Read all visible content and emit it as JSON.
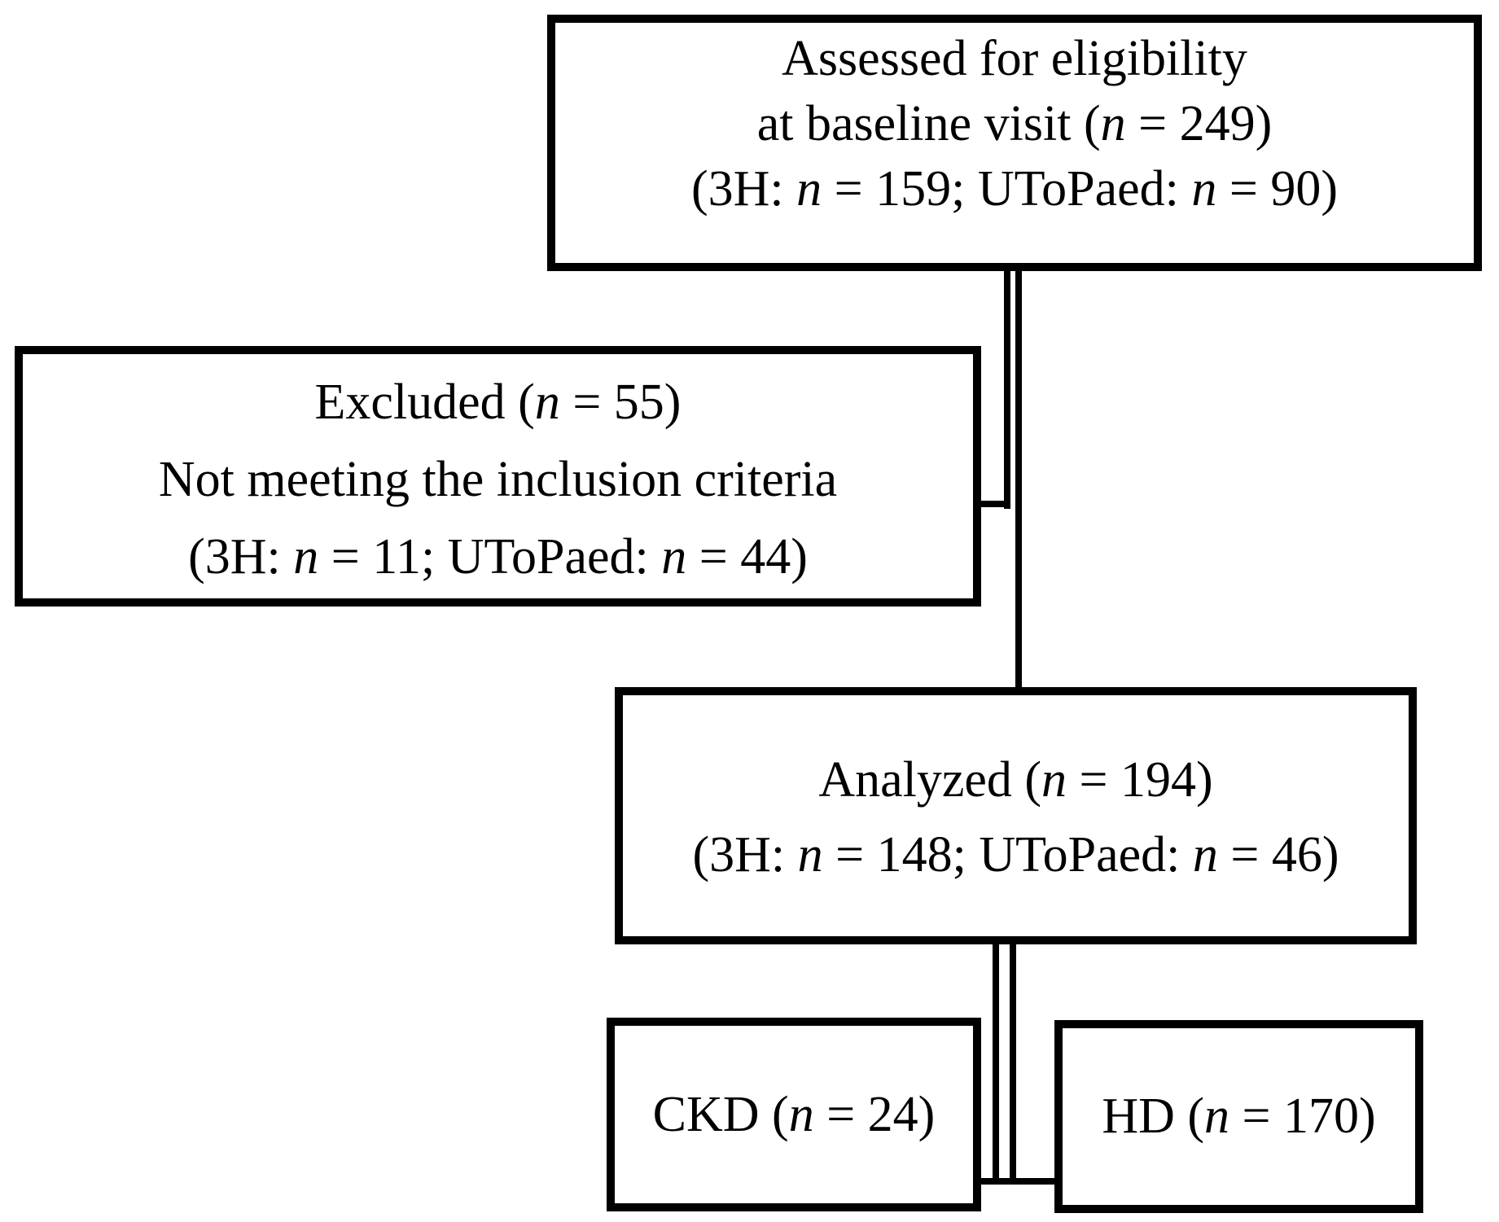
{
  "diagram": {
    "kind": "participant-flow-diagram",
    "background_color": "#ffffff",
    "line_color": "#000000",
    "text_color": "#000000",
    "nodes": {
      "assessed": {
        "counts": {
          "total": 249,
          "3H": 159,
          "UToPaed": 90
        },
        "lines": [
          [
            {
              "t": "Assessed for eligibility"
            }
          ],
          [
            {
              "t": "at baseline visit  ("
            },
            {
              "t": "n",
              "i": true
            },
            {
              "t": " = 249)"
            }
          ],
          [
            {
              "t": "(3H: "
            },
            {
              "t": "n",
              "i": true
            },
            {
              "t": " = 159; UToPaed: "
            },
            {
              "t": "n",
              "i": true
            },
            {
              "t": " = 90)"
            }
          ]
        ]
      },
      "excluded": {
        "counts": {
          "total": 55,
          "3H": 11,
          "UToPaed": 44
        },
        "lines": [
          [
            {
              "t": "Excluded ("
            },
            {
              "t": "n",
              "i": true
            },
            {
              "t": " = 55)"
            }
          ],
          [
            {
              "t": "Not meeting the inclusion criteria"
            }
          ],
          [
            {
              "t": "(3H: "
            },
            {
              "t": "n",
              "i": true
            },
            {
              "t": " = 11; UToPaed: "
            },
            {
              "t": "n",
              "i": true
            },
            {
              "t": " = 44)"
            }
          ]
        ]
      },
      "analyzed": {
        "counts": {
          "total": 194,
          "3H": 148,
          "UToPaed": 46
        },
        "lines": [
          [
            {
              "t": "Analyzed ("
            },
            {
              "t": "n",
              "i": true
            },
            {
              "t": " = 194)"
            }
          ],
          [
            {
              "t": "(3H: "
            },
            {
              "t": "n",
              "i": true
            },
            {
              "t": " = 148; UToPaed: "
            },
            {
              "t": "n",
              "i": true
            },
            {
              "t": " = 46)"
            }
          ]
        ]
      },
      "ckd": {
        "counts": {
          "total": 24
        },
        "lines": [
          [
            {
              "t": "CKD ("
            },
            {
              "t": "n",
              "i": true
            },
            {
              "t": " = 24)"
            }
          ]
        ]
      },
      "hd": {
        "counts": {
          "total": 170
        },
        "lines": [
          [
            {
              "t": "HD ("
            },
            {
              "t": "n",
              "i": true
            },
            {
              "t": " = 170)"
            }
          ]
        ]
      }
    },
    "edges": [
      {
        "from": "assessed",
        "to": "excluded"
      },
      {
        "from": "assessed",
        "to": "analyzed"
      },
      {
        "from": "analyzed",
        "to": "ckd"
      },
      {
        "from": "analyzed",
        "to": "hd"
      }
    ]
  }
}
